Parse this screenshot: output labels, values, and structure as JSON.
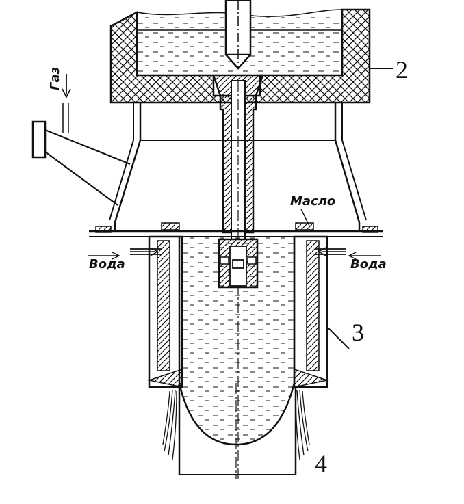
{
  "labels": {
    "gas": "Газ",
    "oil": "Масло",
    "water_left": "Вода",
    "water_right": "Вода"
  },
  "callouts": {
    "n2": "2",
    "n3": "3",
    "n4": "4"
  },
  "colors": {
    "ink": "#111111",
    "paper": "#ffffff"
  }
}
